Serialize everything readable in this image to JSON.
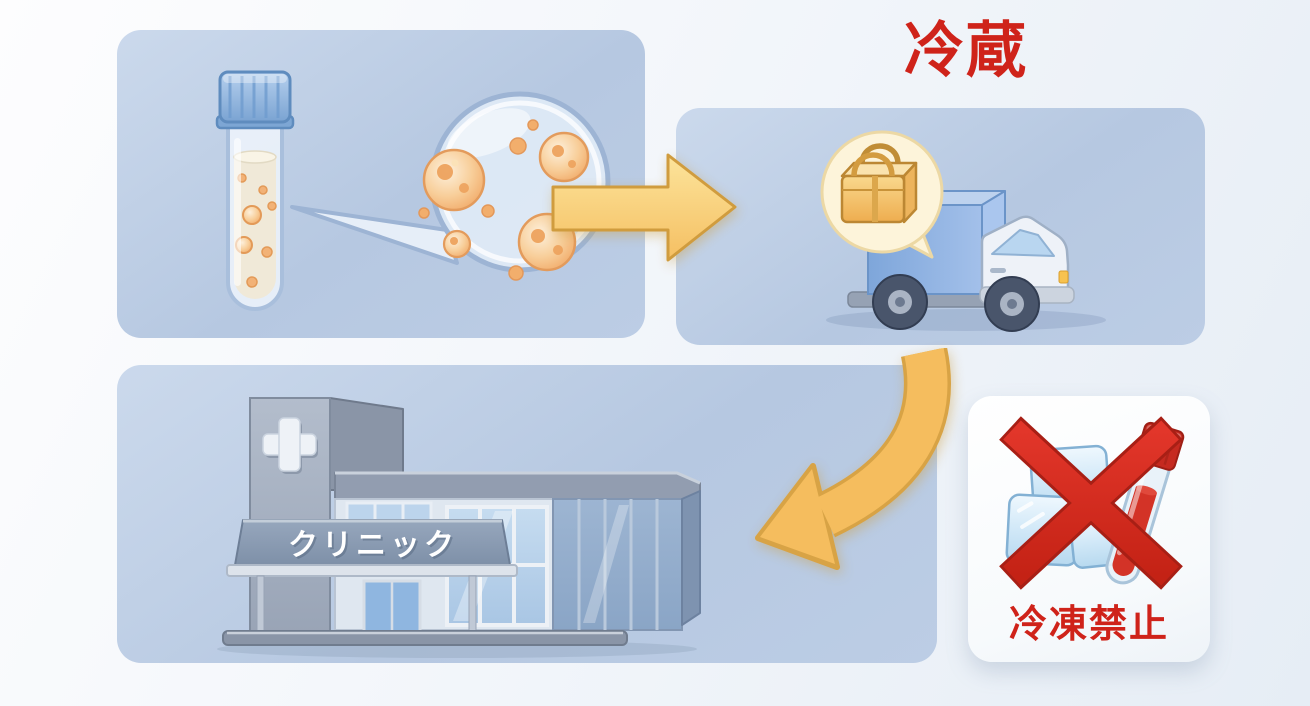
{
  "page": {
    "background_tint": "#eef3f9",
    "panel_blue": "#bccde5"
  },
  "flow": {
    "step1": {
      "panel": "specimen-collection",
      "icons": [
        "test-tube-icon",
        "microbe-callout-icon"
      ]
    },
    "step2": {
      "panel": "refrigerated-transport",
      "label": "冷蔵",
      "label_color": "#cf231a",
      "icons": [
        "cooler-bag-bubble-icon",
        "delivery-truck-icon"
      ]
    },
    "step3": {
      "panel": "clinic-delivery",
      "sign_label": "クリニック",
      "icons": [
        "clinic-building-icon",
        "medical-cross-icon"
      ]
    }
  },
  "connectors": {
    "arrow_right_icon": "yellow-right-arrow-icon",
    "arrow_curved_icon": "yellow-curved-down-left-arrow-icon",
    "arrow_color": "#f6c766"
  },
  "prohibition_card": {
    "label": "冷凍禁止",
    "label_color": "#cf231a",
    "icons": [
      "ice-cubes-icon",
      "blood-tube-icon",
      "red-cross-mark-icon"
    ]
  }
}
